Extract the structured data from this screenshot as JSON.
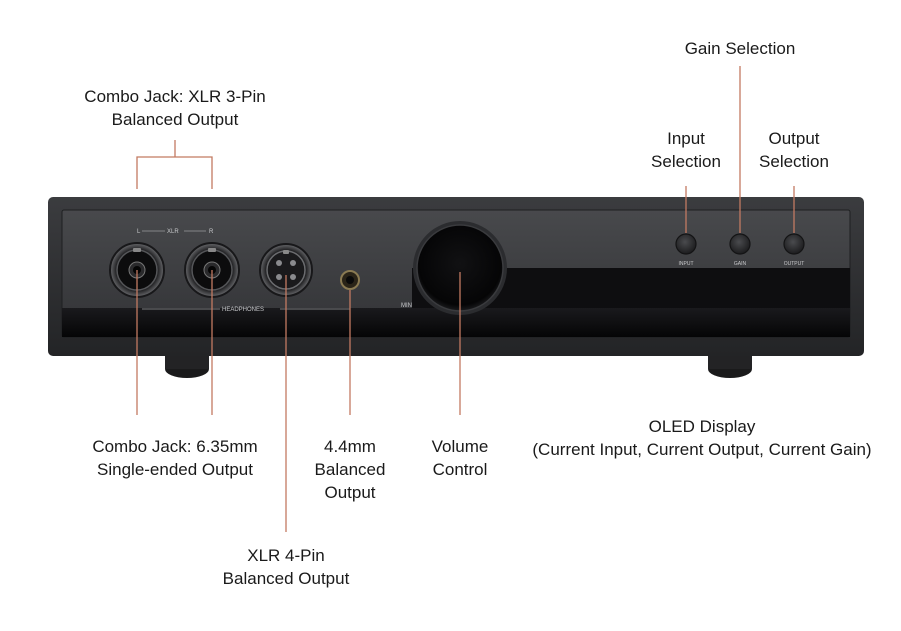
{
  "labels": {
    "gain_selection": "Gain Selection",
    "combo_xlr_3pin": [
      "Combo Jack: XLR 3-Pin",
      "Balanced Output"
    ],
    "input_selection": [
      "Input",
      "Selection"
    ],
    "output_selection": [
      "Output",
      "Selection"
    ],
    "combo_635": [
      "Combo Jack: 6.35mm",
      "Single-ended Output"
    ],
    "balanced_44": [
      "4.4mm",
      "Balanced",
      "Output"
    ],
    "volume_control": [
      "Volume",
      "Control"
    ],
    "oled_display": [
      "OLED Display",
      "(Current Input, Current Output, Current Gain)"
    ],
    "xlr_4pin": [
      "XLR 4-Pin",
      "Balanced Output"
    ]
  },
  "device_markings": {
    "left": "L",
    "xlr": "XLR",
    "right": "R",
    "headphones": "HEADPHONES",
    "min": "MIN",
    "input": "INPUT",
    "gain": "GAIN",
    "output": "OUTPUT"
  },
  "colors": {
    "leader_line": "#c27a62",
    "chassis": "#2c2d2f",
    "panel": "#3a3b3e",
    "glass": "#0d0d0f",
    "text": "#1a1a1a"
  }
}
